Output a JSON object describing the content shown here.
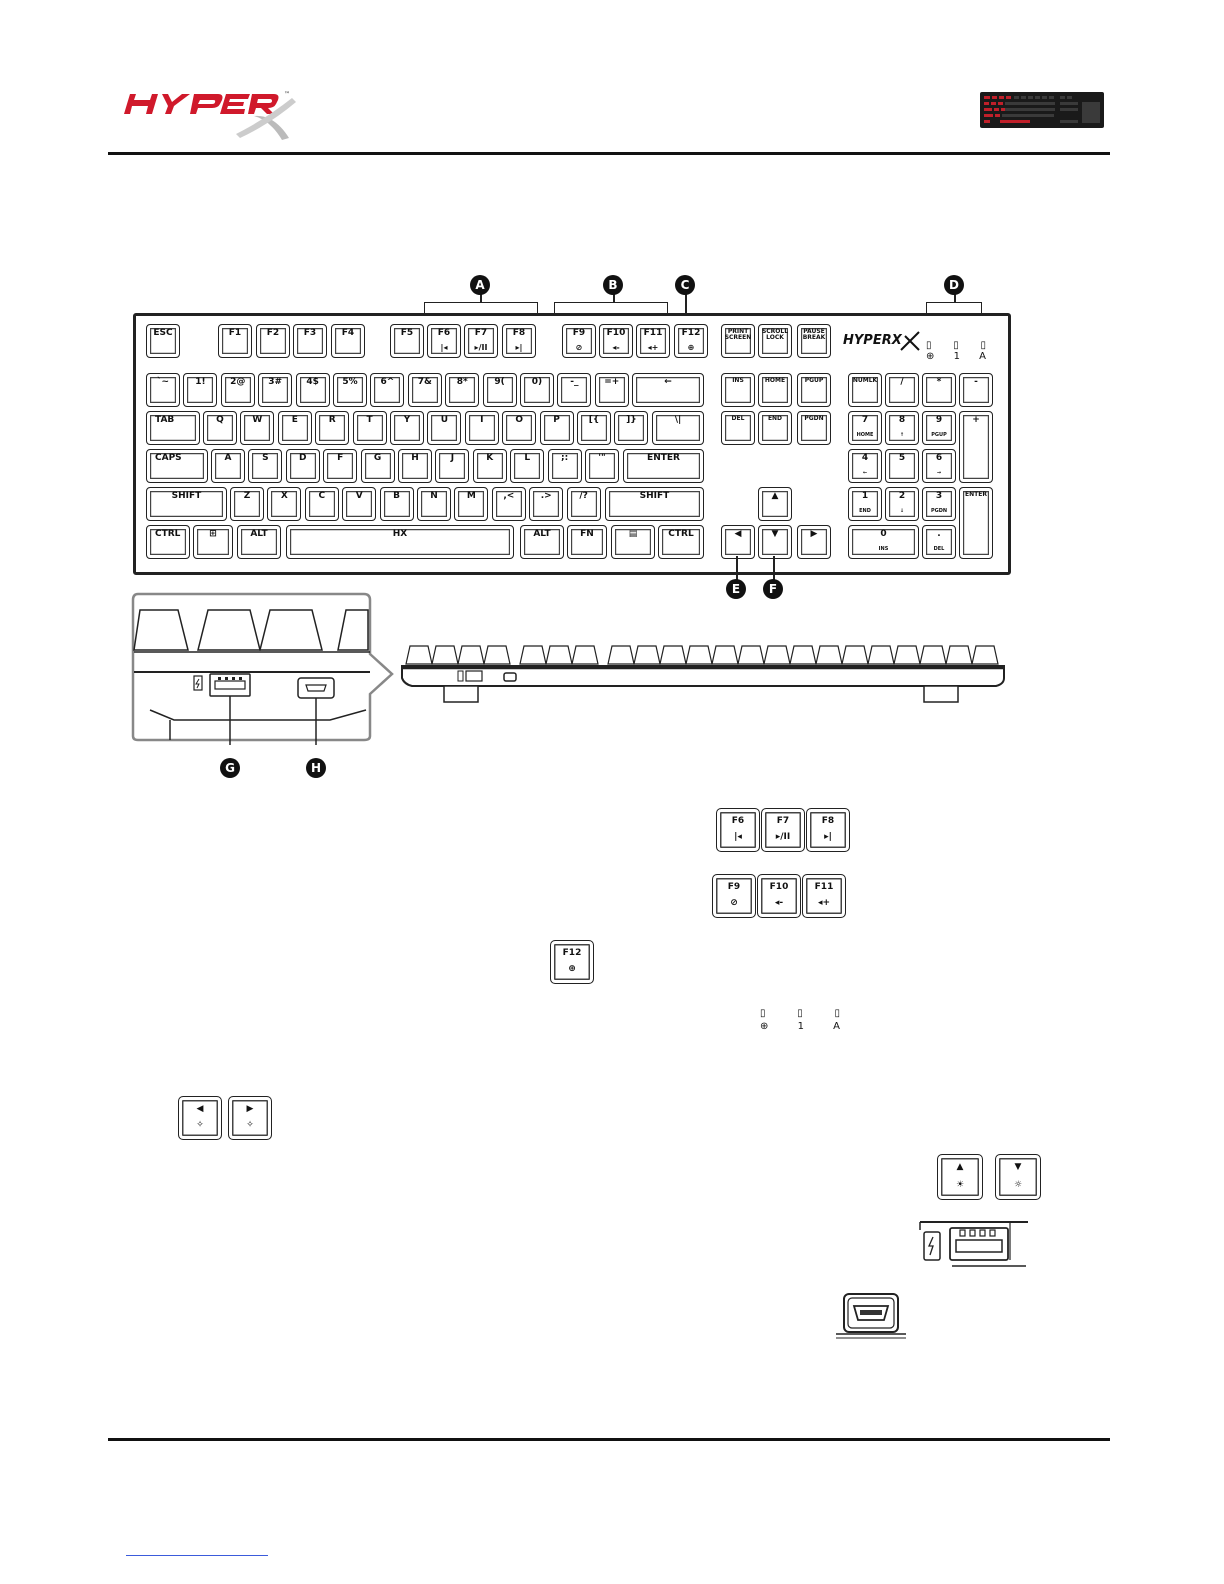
{
  "brand": {
    "logo_text": "HYPERX",
    "trademark": "™"
  },
  "callouts": {
    "a": "A",
    "b": "B",
    "c": "C",
    "d": "D",
    "e": "E",
    "f": "F",
    "g": "G",
    "h": "H"
  },
  "keyboard": {
    "fn_row": [
      {
        "l": "ESC"
      },
      {
        "l": "F1"
      },
      {
        "l": "F2"
      },
      {
        "l": "F3"
      },
      {
        "l": "F4"
      },
      {
        "l": "F5"
      },
      {
        "l": "F6",
        "s": "|◂"
      },
      {
        "l": "F7",
        "s": "▸/II"
      },
      {
        "l": "F8",
        "s": "▸|"
      },
      {
        "l": "F9",
        "s": "⊘"
      },
      {
        "l": "F10",
        "s": "◂-"
      },
      {
        "l": "F11",
        "s": "◂+"
      },
      {
        "l": "F12",
        "s": "⊕"
      },
      {
        "l": "PRINT SCREEN"
      },
      {
        "l": "SCROLL LOCK"
      },
      {
        "l": "PAUSE BREAK"
      }
    ],
    "num_row": [
      "`~",
      "1!",
      "2@",
      "3#",
      "4$",
      "5%",
      "6^",
      "7&",
      "8*",
      "9(",
      "0)",
      "-_",
      "=+",
      "←"
    ],
    "tab_row": [
      "TAB",
      "Q",
      "W",
      "E",
      "R",
      "T",
      "Y",
      "U",
      "I",
      "O",
      "P",
      "[{",
      "]}",
      "\\|"
    ],
    "caps_row": [
      "CAPS",
      "A",
      "S",
      "D",
      "F",
      "G",
      "H",
      "J",
      "K",
      "L",
      ";:",
      "'\"",
      "ENTER"
    ],
    "shift_row": [
      "SHIFT",
      "Z",
      "X",
      "C",
      "V",
      "B",
      "N",
      "M",
      ",<",
      ".>",
      "/?",
      "SHIFT"
    ],
    "bottom_row": [
      "CTRL",
      "⊞",
      "ALT",
      "HX",
      "ALT",
      "FN",
      "▤",
      "CTRL"
    ],
    "nav": [
      "INS",
      "HOME",
      "PGUP",
      "DEL",
      "END",
      "PGDN"
    ],
    "arrows": {
      "up": "▲",
      "left": "◀",
      "down": "▼",
      "right": "▶"
    },
    "numpad": {
      "r1": [
        "NUMLK",
        "/",
        "*",
        "-"
      ],
      "r2": [
        {
          "l": "7",
          "s": "HOME"
        },
        {
          "l": "8",
          "s": "↑"
        },
        {
          "l": "9",
          "s": "PGUP"
        },
        {
          "l": "+"
        }
      ],
      "r3": [
        {
          "l": "4",
          "s": "←"
        },
        {
          "l": "5",
          "s": ""
        },
        {
          "l": "6",
          "s": "→"
        }
      ],
      "r4": [
        {
          "l": "1",
          "s": "END"
        },
        {
          "l": "2",
          "s": "↓"
        },
        {
          "l": "3",
          "s": "PGDN"
        },
        {
          "l": "ENTER"
        }
      ],
      "r5": [
        {
          "l": "0",
          "s": "INS"
        },
        {
          "l": ".",
          "s": "DEL"
        }
      ]
    },
    "leds": {
      "game": "⊕",
      "num": "1",
      "caps": "A"
    }
  },
  "legend": {
    "a_keys": [
      {
        "l": "F6",
        "s": "|◂"
      },
      {
        "l": "F7",
        "s": "▸/II"
      },
      {
        "l": "F8",
        "s": "▸|"
      }
    ],
    "b_keys": [
      {
        "l": "F9",
        "s": "⊘"
      },
      {
        "l": "F10",
        "s": "◂-"
      },
      {
        "l": "F11",
        "s": "◂+"
      }
    ],
    "c_key": {
      "l": "F12",
      "s": "⊕"
    },
    "d_leds": [
      "⊕",
      "1",
      "A"
    ],
    "e_keys": [
      {
        "l": "◀",
        "s": "✧"
      },
      {
        "l": "▶",
        "s": "✧"
      }
    ],
    "f_keys": [
      {
        "l": "▲",
        "s": "☀"
      },
      {
        "l": "▼",
        "s": "☼"
      }
    ],
    "g_icon": "charging-icon",
    "h_icon": "mini-usb-port-icon"
  }
}
